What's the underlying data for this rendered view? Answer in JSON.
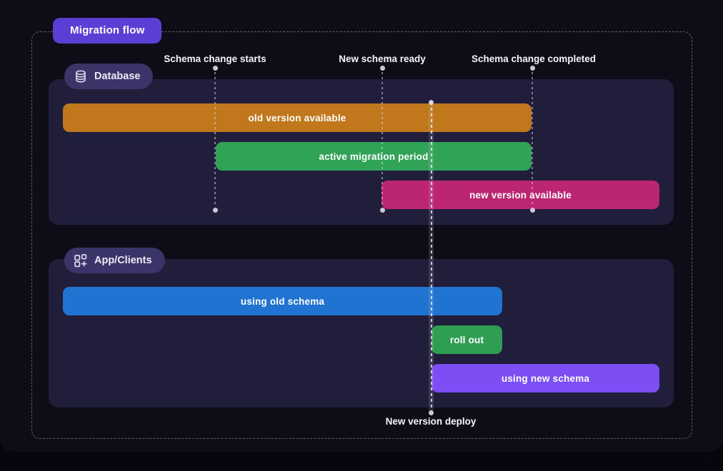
{
  "title_badge": {
    "label": "Migration flow",
    "bg": "#5b3ed3"
  },
  "milestones": {
    "starts": {
      "label": "Schema change starts"
    },
    "ready": {
      "label": "New schema ready"
    },
    "completed": {
      "label": "Schema change completed"
    },
    "deploy": {
      "label": "New version deploy"
    }
  },
  "lanes": {
    "database": {
      "label": "Database",
      "icon": "database-cylinder-icon",
      "bg": "#211e3c",
      "badge_bg": "#3a3468",
      "bars": [
        {
          "label": "old version available",
          "color": "#c1771c"
        },
        {
          "label": "active migration period",
          "color": "#31a356"
        },
        {
          "label": "new version available",
          "color": "#bb2572"
        }
      ]
    },
    "app_clients": {
      "label": "App/Clients",
      "icon": "apps-grid-plus-icon",
      "bg": "#211e3c",
      "badge_bg": "#3a3468",
      "bars": [
        {
          "label": "using old schema",
          "color": "#2173d1"
        },
        {
          "label": "roll out",
          "color": "#2f9e52"
        },
        {
          "label": "using new schema",
          "color": "#7c4ef3"
        }
      ]
    }
  },
  "colors": {
    "page_bg": "#0e0c17",
    "frame_border_dash": "#a5a5b4",
    "milestone_dot": "#c9c8d6"
  }
}
